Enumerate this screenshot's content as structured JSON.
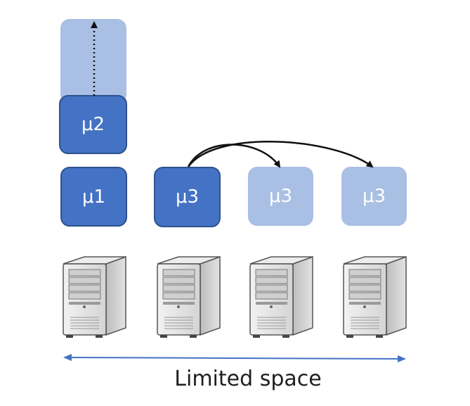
{
  "boxes": {
    "mu2": "μ2",
    "mu1": "μ1",
    "mu3_active": "μ3",
    "mu3_replica_a": "μ3",
    "mu3_replica_b": "μ3"
  },
  "caption": "Limited space",
  "icons": {
    "server": "server-tower-icon"
  },
  "colors": {
    "active_box": "#4472c4",
    "active_border": "#2f528f",
    "inactive_box": "#a9bfe4",
    "axis_arrow": "#4472c4"
  }
}
